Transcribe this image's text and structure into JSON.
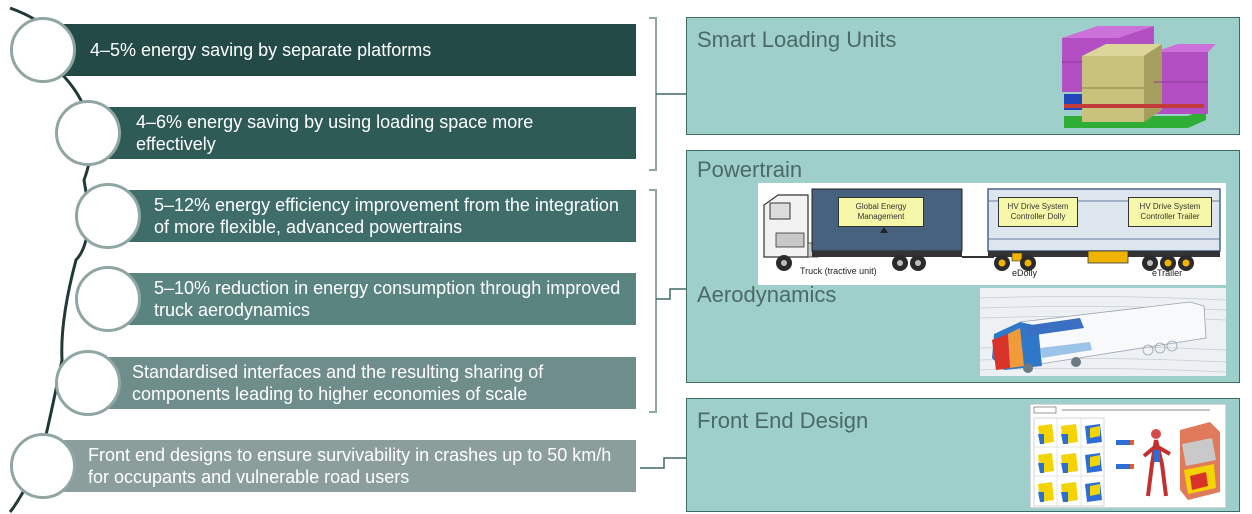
{
  "items": [
    {
      "text": "4–5% energy saving by separate platforms",
      "color": "#234a47"
    },
    {
      "text": "4–6% energy saving by using loading space more effectively",
      "color": "#2f5b57"
    },
    {
      "text": "5–12% energy efficiency improvement from the integration of more flexible, advanced powertrains",
      "color": "#3f6e6a"
    },
    {
      "text": "5–10% reduction in energy consumption through improved truck aerodynamics",
      "color": "#5a8480"
    },
    {
      "text": "Standardised interfaces and the resulting sharing of components leading to higher economies of scale",
      "color": "#6f8e8b"
    },
    {
      "text": "Front end designs to ensure survivability in crashes up to 50 km/h for occupants and vulnerable road users",
      "color": "#8b9e9c"
    }
  ],
  "panels": {
    "smart_loading": {
      "title": "Smart Loading Units"
    },
    "powertrain": {
      "title": "Powertrain"
    },
    "aerodynamics": {
      "title": "Aerodynamics"
    },
    "front_end": {
      "title": "Front End Design"
    }
  },
  "powertrain_diagram": {
    "gem": "Global Energy Management",
    "dolly_ctrl": "HV Drive System Controller Dolly",
    "trailer_ctrl": "HV Drive System Controller Trailer",
    "truck_label": "Truck (tractive unit)",
    "edolly_label": "eDolly",
    "etrailer_label": "eTrailer"
  },
  "colors": {
    "panel_bg": "#9fcfcb",
    "panel_border": "#3f6b66",
    "circle_border": "#8fa6a3"
  }
}
